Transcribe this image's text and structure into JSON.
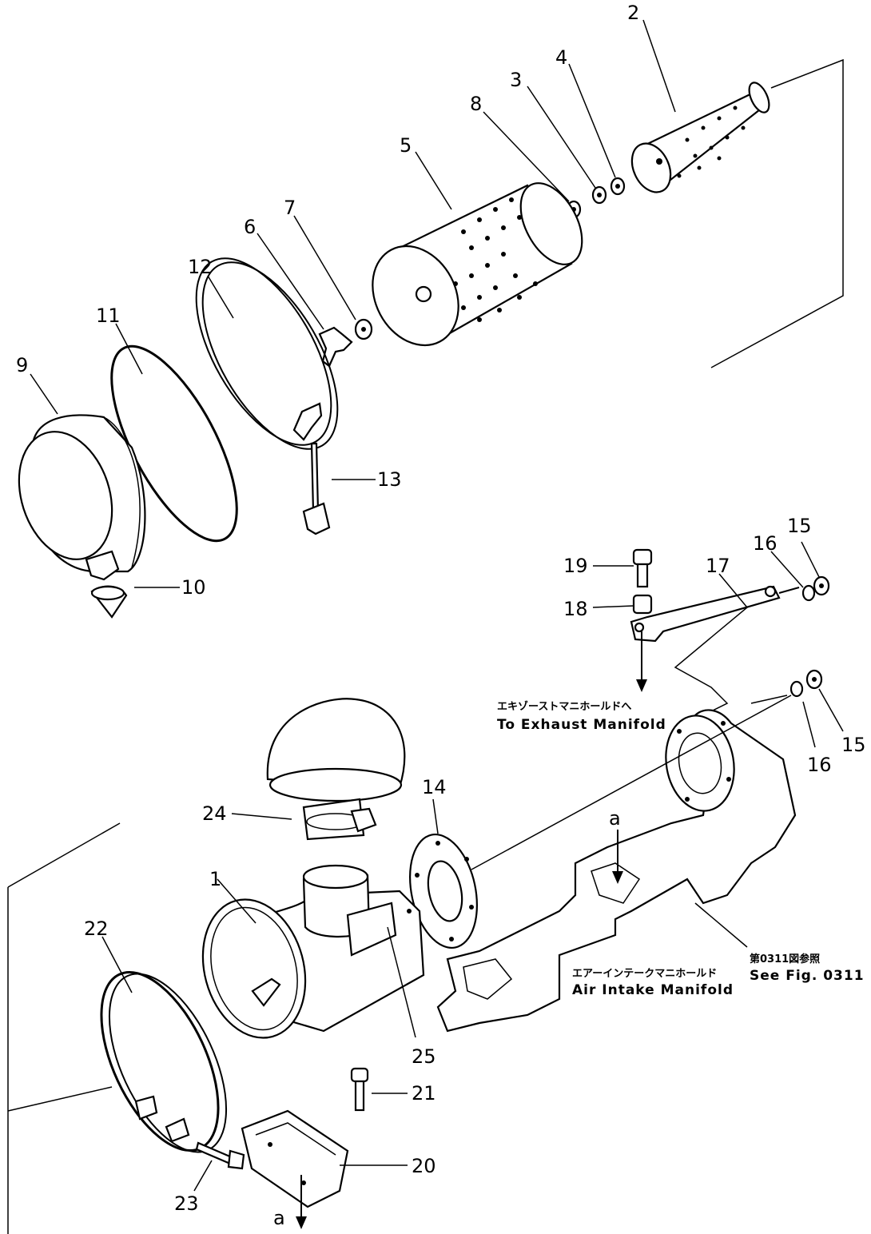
{
  "callouts": {
    "c1": "1",
    "c2": "2",
    "c3": "3",
    "c4": "4",
    "c5": "5",
    "c6": "6",
    "c7": "7",
    "c8": "8",
    "c9": "9",
    "c10": "10",
    "c11": "11",
    "c12": "12",
    "c13": "13",
    "c14": "14",
    "c15a": "15",
    "c15b": "15",
    "c16a": "16",
    "c16b": "16",
    "c17": "17",
    "c18": "18",
    "c19": "19",
    "c20": "20",
    "c21": "21",
    "c22": "22",
    "c23": "23",
    "c24": "24",
    "c25": "25"
  },
  "refs": {
    "a_top": "a",
    "a_bottom": "a"
  },
  "captions": {
    "exhaust_jp": "エキゾーストマニホールドへ",
    "exhaust_en": "To Exhaust Manifold",
    "intake_jp": "エアーインテークマニホールド",
    "intake_en": "Air Intake Manifold",
    "seefig_jp": "第0311図参照",
    "seefig_en": "See Fig. 0311"
  }
}
